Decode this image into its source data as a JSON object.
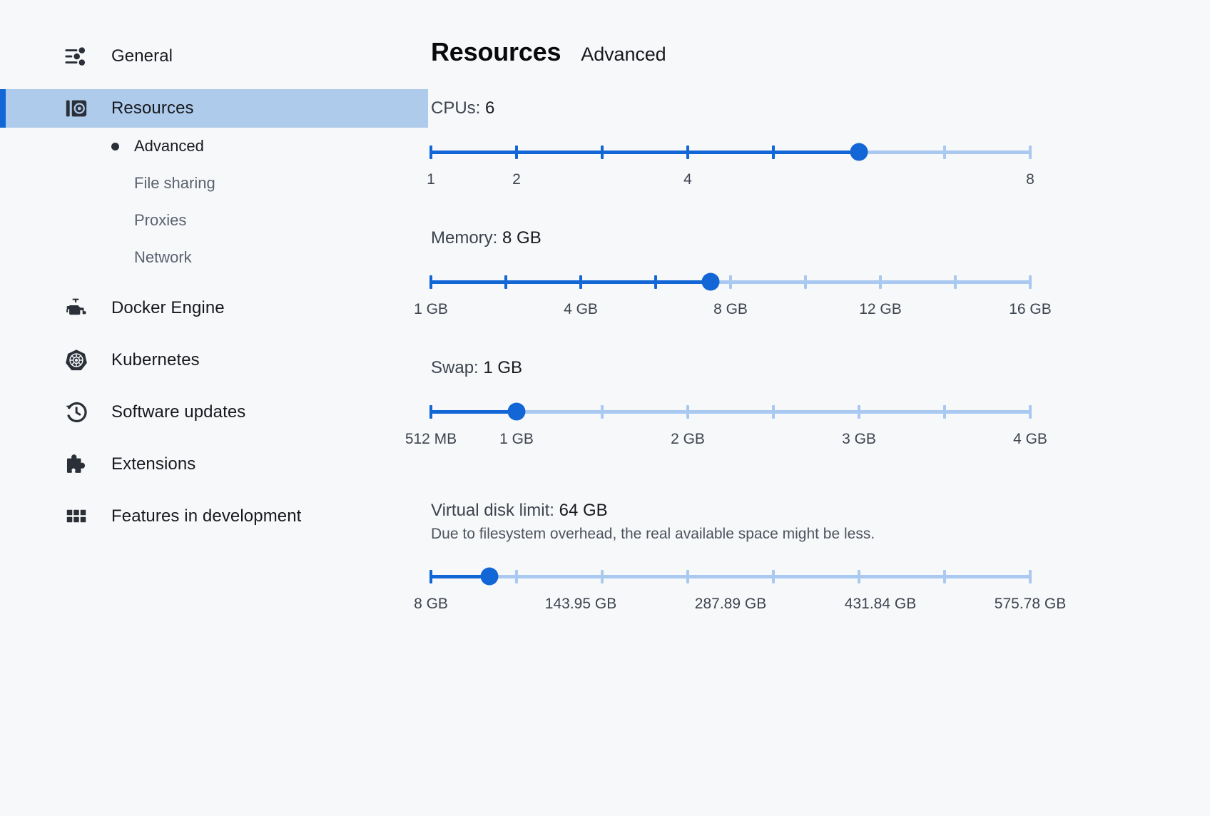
{
  "sidebar": {
    "items": [
      {
        "label": "General",
        "icon": "sliders-icon",
        "active": false
      },
      {
        "label": "Resources",
        "icon": "resources-icon",
        "active": true
      },
      {
        "label": "Docker Engine",
        "icon": "engine-icon",
        "active": false
      },
      {
        "label": "Kubernetes",
        "icon": "kubernetes-icon",
        "active": false
      },
      {
        "label": "Software updates",
        "icon": "history-clock-icon",
        "active": false
      },
      {
        "label": "Extensions",
        "icon": "puzzle-icon",
        "active": false
      },
      {
        "label": "Features in development",
        "icon": "grid-icon",
        "active": false
      }
    ],
    "sub_items": [
      {
        "label": "Advanced",
        "selected": true
      },
      {
        "label": "File sharing",
        "selected": false
      },
      {
        "label": "Proxies",
        "selected": false
      },
      {
        "label": "Network",
        "selected": false
      }
    ]
  },
  "header": {
    "title": "Resources",
    "subtitle": "Advanced"
  },
  "colors": {
    "accent": "#1266d6",
    "track_unfilled": "#a9c9f0",
    "active_row": "#aecbeb",
    "page_bg": "#f7f8f9"
  },
  "sections": [
    {
      "id": "cpus",
      "label_prefix": "CPUs: ",
      "value_text": "6",
      "note": "",
      "slider": {
        "min": 1,
        "max": 8,
        "value": 6,
        "ticks": [
          1,
          2,
          3,
          4,
          5,
          6,
          7,
          8
        ],
        "tick_labels": [
          {
            "at": 1,
            "text": "1"
          },
          {
            "at": 2,
            "text": "2"
          },
          {
            "at": 4,
            "text": "4"
          },
          {
            "at": 8,
            "text": "8"
          }
        ]
      }
    },
    {
      "id": "memory",
      "label_prefix": "Memory: ",
      "value_text": "8 GB",
      "note": "",
      "slider": {
        "min": 1,
        "max": 16,
        "value": 8,
        "ticks": [
          1,
          2.875,
          4.75,
          6.625,
          8.5,
          10.375,
          12.25,
          14.125,
          16
        ],
        "tick_labels": [
          {
            "at": 1,
            "text": "1 GB"
          },
          {
            "at": 4.75,
            "text": "4 GB"
          },
          {
            "at": 8.5,
            "text": "8 GB"
          },
          {
            "at": 12.25,
            "text": "12 GB"
          },
          {
            "at": 16,
            "text": "16 GB"
          }
        ]
      }
    },
    {
      "id": "swap",
      "label_prefix": "Swap: ",
      "value_text": "1 GB",
      "note": "",
      "slider": {
        "min": 0,
        "max": 7,
        "value": 1,
        "ticks": [
          0,
          1,
          2,
          3,
          4,
          5,
          6,
          7
        ],
        "tick_labels": [
          {
            "at": 0,
            "text": "512 MB"
          },
          {
            "at": 1,
            "text": "1 GB"
          },
          {
            "at": 3,
            "text": "2 GB"
          },
          {
            "at": 5,
            "text": "3 GB"
          },
          {
            "at": 7,
            "text": "4 GB"
          }
        ]
      }
    },
    {
      "id": "virtual-disk",
      "label_prefix": "Virtual disk limit: ",
      "value_text": "64 GB",
      "note": "Due to filesystem overhead, the real available space might be less.",
      "slider": {
        "min": 0,
        "max": 7,
        "value": 0.68,
        "ticks": [
          0,
          1,
          2,
          3,
          4,
          5,
          6,
          7
        ],
        "tick_labels": [
          {
            "at": 0,
            "text": "8 GB"
          },
          {
            "at": 1.75,
            "text": "143.95 GB"
          },
          {
            "at": 3.5,
            "text": "287.89 GB"
          },
          {
            "at": 5.25,
            "text": "431.84 GB"
          },
          {
            "at": 7,
            "text": "575.78 GB"
          }
        ]
      }
    }
  ]
}
